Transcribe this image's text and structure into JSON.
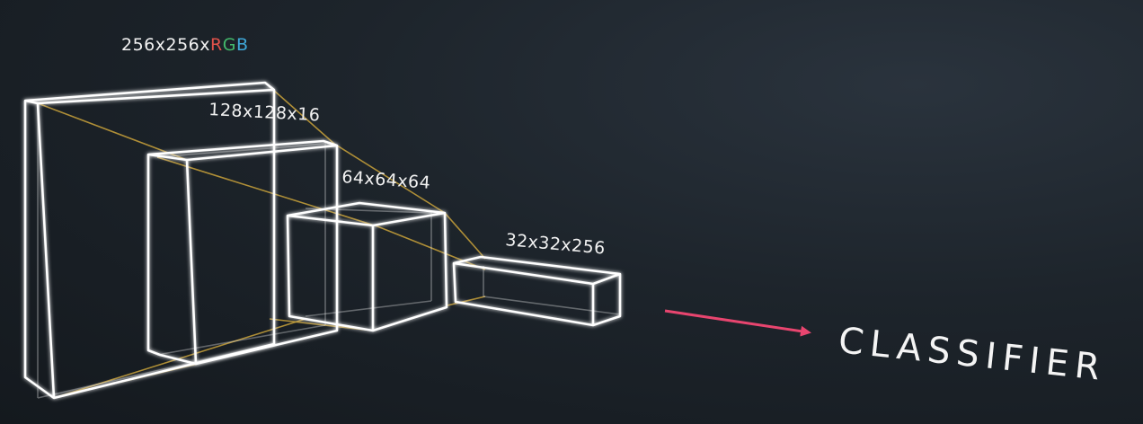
{
  "layers": [
    {
      "size_label": "256x256x",
      "channels": [
        "R",
        "G",
        "B"
      ]
    },
    {
      "size_label": "128x128x16"
    },
    {
      "size_label": "64x64x64"
    },
    {
      "size_label": "32x32x256"
    }
  ],
  "output": {
    "label": "CLASSIFIER",
    "arrow_color": "#e8456f"
  },
  "colors": {
    "box_outline": "#ffffff",
    "connector": "#c9a23a",
    "channel_r": "#e0524a",
    "channel_g": "#43b86b",
    "channel_b": "#3fa7d8"
  }
}
